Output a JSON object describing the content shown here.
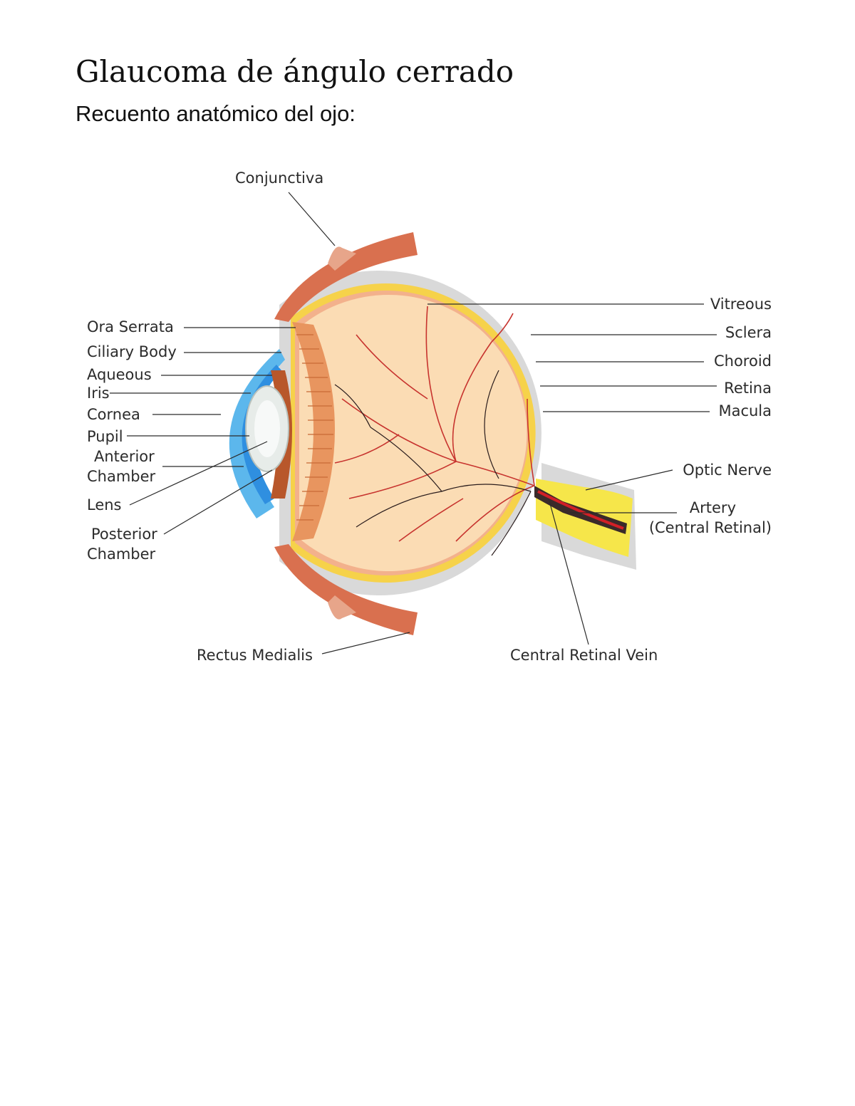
{
  "document": {
    "title": "Glaucoma de ángulo cerrado",
    "subtitle": "Recuento anatómico del ojo:"
  },
  "diagram": {
    "labels": {
      "conjunctiva": "Conjunctiva",
      "ora_serrata": "Ora Serrata",
      "ciliary_body": "Ciliary Body",
      "aqueous": "Aqueous",
      "iris": "Iris",
      "cornea": "Cornea",
      "pupil": "Pupil",
      "anterior_chamber_1": "Anterior",
      "anterior_chamber_2": "Chamber",
      "lens": "Lens",
      "posterior_chamber_1": "Posterior",
      "posterior_chamber_2": "Chamber",
      "rectus_medialis": "Rectus Medialis",
      "vitreous": "Vitreous",
      "sclera": "Sclera",
      "choroid": "Choroid",
      "retina": "Retina",
      "macula": "Macula",
      "optic_nerve": "Optic Nerve",
      "artery_1": "Artery",
      "artery_2": "(Central Retinal)",
      "central_retinal_vein": "Central Retinal Vein"
    },
    "colors": {
      "sclera": "#d9d9d9",
      "choroid": "#f6d24a",
      "retina": "#f3b18c",
      "vitreous": "#fbdcb4",
      "cornea": "#5cb7ec",
      "muscle": "#d9704f",
      "ciliary": "#e8955f",
      "lens": "#e7ece9",
      "vessel": "#d21f26",
      "optic_nerve": "#f6e64a"
    }
  }
}
